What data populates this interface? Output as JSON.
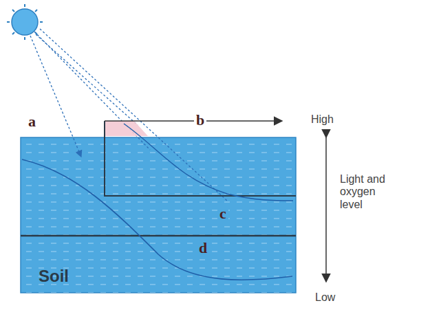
{
  "diagram": {
    "labels": [
      "a",
      "b",
      "High",
      "c",
      "d",
      "Soil",
      "Light and oxygen level",
      "Low"
    ]
  }
}
